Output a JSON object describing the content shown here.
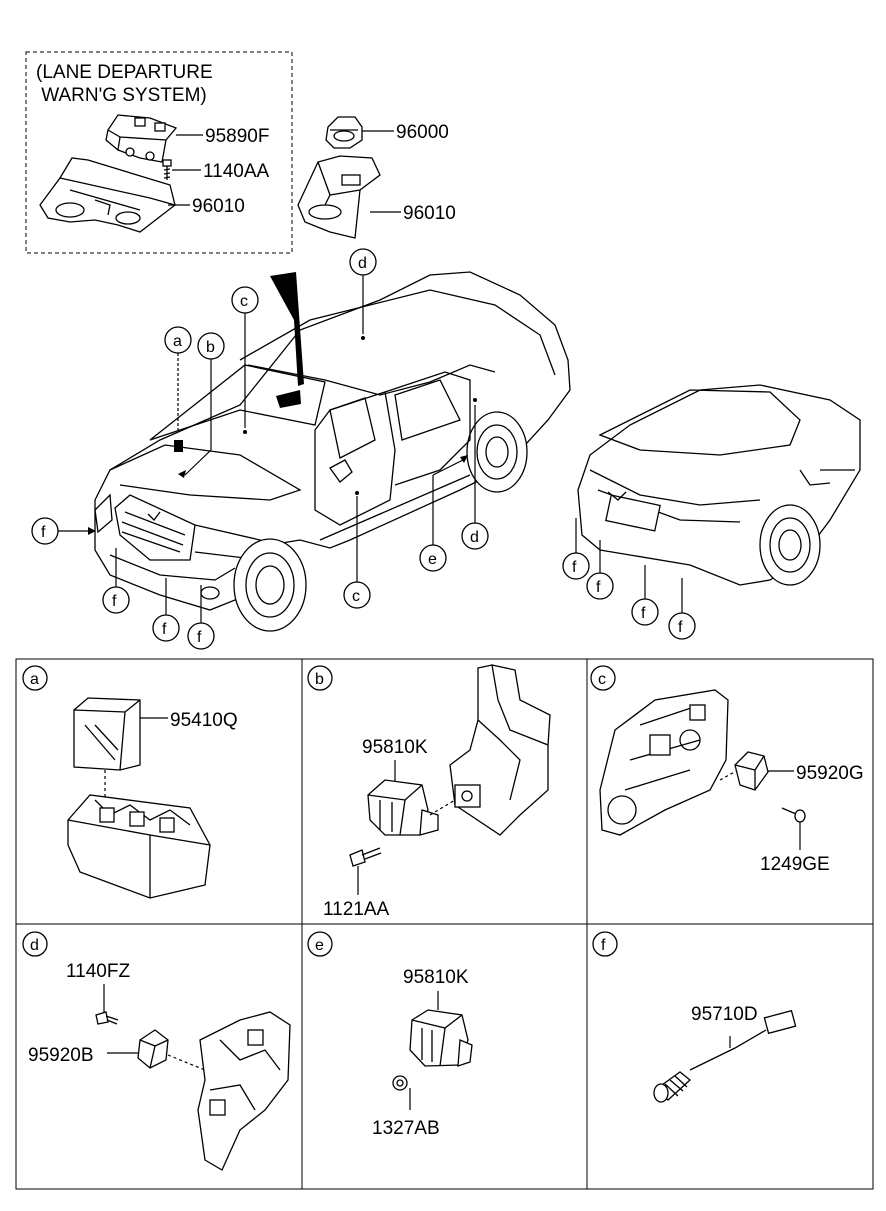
{
  "lane_departure": {
    "title_line1": "(LANE DEPARTURE",
    "title_line2": " WARN'G SYSTEM)",
    "parts": [
      "95890F",
      "1140AA",
      "96010"
    ]
  },
  "top_right_parts": [
    "96000",
    "96010"
  ],
  "callouts": {
    "a": "a",
    "b": "b",
    "c": "c",
    "d": "d",
    "e": "e",
    "f": "f"
  },
  "panels": {
    "a": {
      "letter": "a",
      "parts": [
        "95410Q"
      ]
    },
    "b": {
      "letter": "b",
      "parts": [
        "95810K",
        "1121AA"
      ]
    },
    "c": {
      "letter": "c",
      "parts": [
        "95920G",
        "1249GE"
      ]
    },
    "d": {
      "letter": "d",
      "parts": [
        "1140FZ",
        "95920B"
      ]
    },
    "e": {
      "letter": "e",
      "parts": [
        "95810K",
        "1327AB"
      ]
    },
    "f": {
      "letter": "f",
      "parts": [
        "95710D"
      ]
    }
  }
}
